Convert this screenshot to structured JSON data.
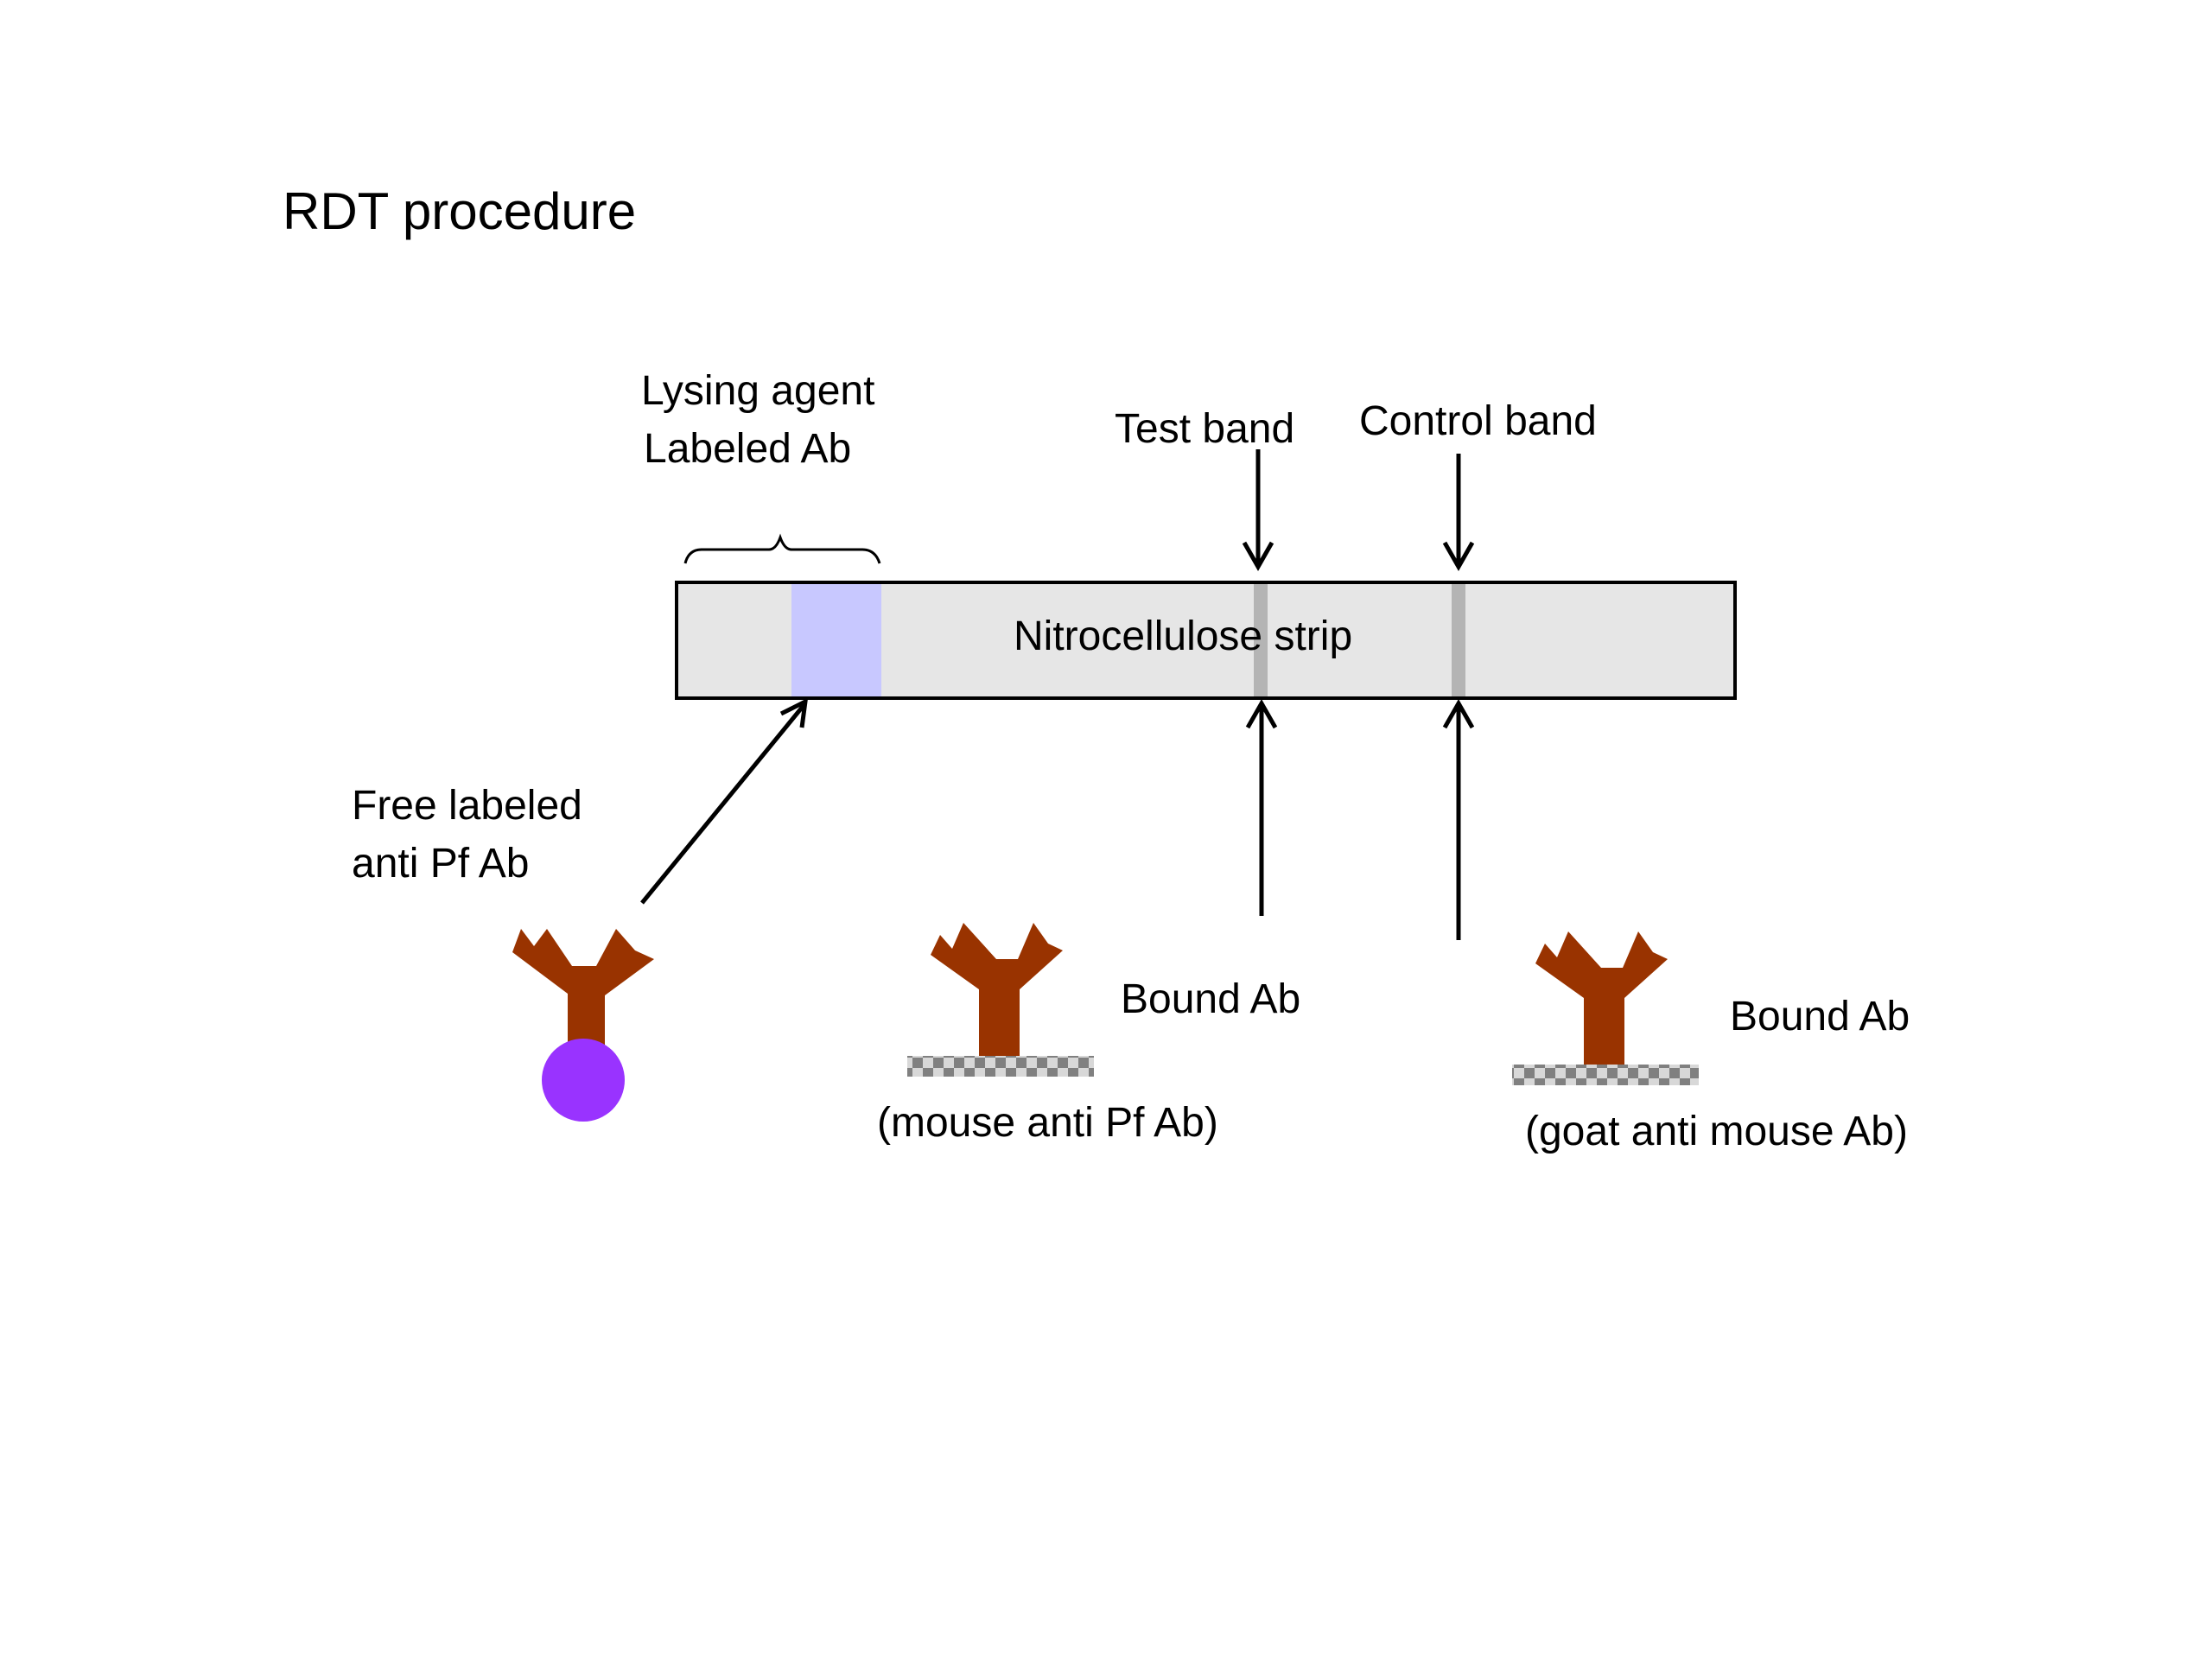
{
  "slide": {
    "title": "RDT procedure"
  },
  "labels": {
    "lysing_agent": "Lysing agent",
    "labeled_ab": "Labeled Ab",
    "test_band": "Test band",
    "control_band": "Control band",
    "strip": "Nitrocellulose strip",
    "free_labeled_line1": "Free labeled",
    "free_labeled_line2": "anti Pf Ab",
    "bound_ab_test": "Bound Ab",
    "mouse_anti_pf": "(mouse anti Pf Ab)",
    "bound_ab_control": "Bound Ab",
    "goat_anti_mouse": "(goat anti mouse Ab)"
  },
  "colors": {
    "strip_fill": "#e6e6e6",
    "pad_fill": "#c8c8ff",
    "band_fill": "#b4b4b4",
    "antibody": "#993300",
    "label_dot": "#9933ff",
    "membrane": "#808080"
  }
}
